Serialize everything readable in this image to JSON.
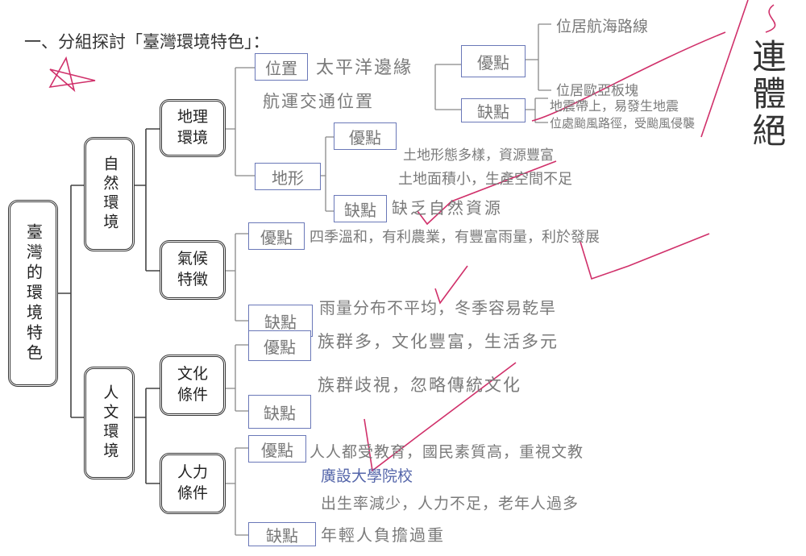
{
  "title": "一、分組探討「臺灣環境特色」：",
  "root": "臺灣的環境特色",
  "branches": {
    "natural": "自然環境",
    "human": "人文環境"
  },
  "nodes": {
    "geography": "地理 環境",
    "climate": "氣候 特徵",
    "culture": "文化 條件",
    "manpower": "人力 條件"
  },
  "labels": {
    "position": "位置",
    "terrain": "地形",
    "pos_adv": "優點",
    "pos_dis": "缺點",
    "terrain_adv": "優點",
    "terrain_dis": "缺點",
    "climate_adv": "優點",
    "climate_dis": "缺點",
    "culture_adv": "優點",
    "culture_dis": "缺點",
    "manpower_adv": "優點",
    "manpower_dis": "缺點"
  },
  "handwriting": {
    "position_1": "太平洋邊緣",
    "position_2": "航運交通位置",
    "pos_adv_text": "位居航海路線",
    "pos_dis_text_1": "位居歐亞板塊",
    "pos_dis_text_2": "地震帶上，易發生地震",
    "pos_dis_text_3": "位處颱風路徑，受颱風侵襲",
    "terrain_adv_text_1": "土地形態多樣，資源豐富",
    "terrain_adv_text_2": "土地面積小，生產空間不足",
    "terrain_dis_text": "缺乏自然資源",
    "climate_adv_text": "四季溫和，有利農業，有豐富雨量，利於發展",
    "climate_dis_text": "雨量分布不平均，冬季容易乾旱",
    "culture_adv_text": "族群多，文化豐富，生活多元",
    "culture_dis_text": "族群歧視，忽略傳統文化",
    "manpower_adv_text_1": "人人都受教育，國民素質高，重視文教",
    "manpower_adv_text_2": "廣設大學院校",
    "manpower_dis_text_1": "出生率減少，人力不足，老年人過多",
    "manpower_dis_text_2": "年輕人負擔過重"
  },
  "margin_note": "連體絕",
  "colors": {
    "ink": "#333333",
    "pencil": "#7a7a7a",
    "label_border": "#6a78b8",
    "red_pen": "#d0306a"
  }
}
